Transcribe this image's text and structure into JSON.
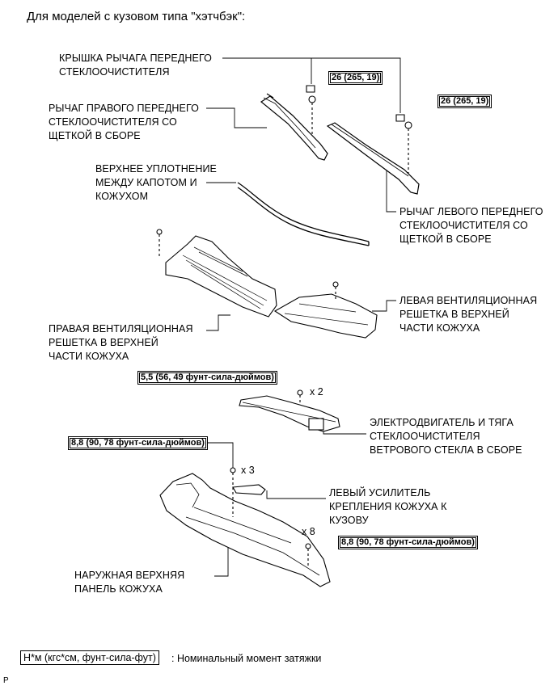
{
  "heading": "Для моделей с кузовом типа \"хэтчбэк\":",
  "labels": {
    "wiper_arm_cover": "КРЫШКА РЫЧАГА ПЕРЕДНЕГО\nСТЕКЛООЧИСТИТЕЛЯ",
    "right_wiper_arm": "РЫЧАГ ПРАВОГО ПЕРЕДНЕГО\nСТЕКЛООЧИСТИТЕЛЯ СО\nЩЕТКОЙ В СБОРЕ",
    "hood_seal": "ВЕРХНЕЕ УПЛОТНЕНИЕ\nМЕЖДУ КАПОТОМ И\nКОЖУХОМ",
    "left_wiper_arm": "РЫЧАГ ЛЕВОГО ПЕРЕДНЕГО\nСТЕКЛООЧИСТИТЕЛЯ СО\nЩЕТКОЙ В СБОРЕ",
    "left_vent_louver": "ЛЕВАЯ ВЕНТИЛЯЦИОННАЯ\nРЕШЕТКА В ВЕРХНЕЙ\nЧАСТИ КОЖУХА",
    "right_vent_louver": "ПРАВАЯ ВЕНТИЛЯЦИОННАЯ\nРЕШЕТКА В ВЕРХНЕЙ\nЧАСТИ КОЖУХА",
    "wiper_motor_link": "ЭЛЕКТРОДВИГАТЕЛЬ И ТЯГА\nСТЕКЛООЧИСТИТЕЛЯ\nВЕТРОВОГО СТЕКЛА В СБОРЕ",
    "left_cowl_brace": "ЛЕВЫЙ УСИЛИТЕЛЬ\nКРЕПЛЕНИЯ КОЖУХА К\nКУЗОВУ",
    "outer_cowl_panel": "НАРУЖНАЯ ВЕРХНЯЯ\nПАНЕЛЬ КОЖУХА"
  },
  "torques": {
    "right_arm_nut": "26 (265, 19)",
    "left_arm_nut": "26 (265, 19)",
    "motor_bolts": "5,5 (56, 49 фунт-сила-дюймов)",
    "panel_bolts_upper": "8,8 (90, 78 фунт-сила-дюймов)",
    "panel_bolts_lower": "8,8 (90, 78 фунт-сила-дюймов)"
  },
  "multipliers": {
    "motor": "x 2",
    "panel_upper": "x 3",
    "panel_lower": "x 8"
  },
  "legend": {
    "unit": "Н*м (кгс*см, фунт-сила-фут)",
    "text": ": Номинальный момент затяжки"
  },
  "corner_mark": "P"
}
